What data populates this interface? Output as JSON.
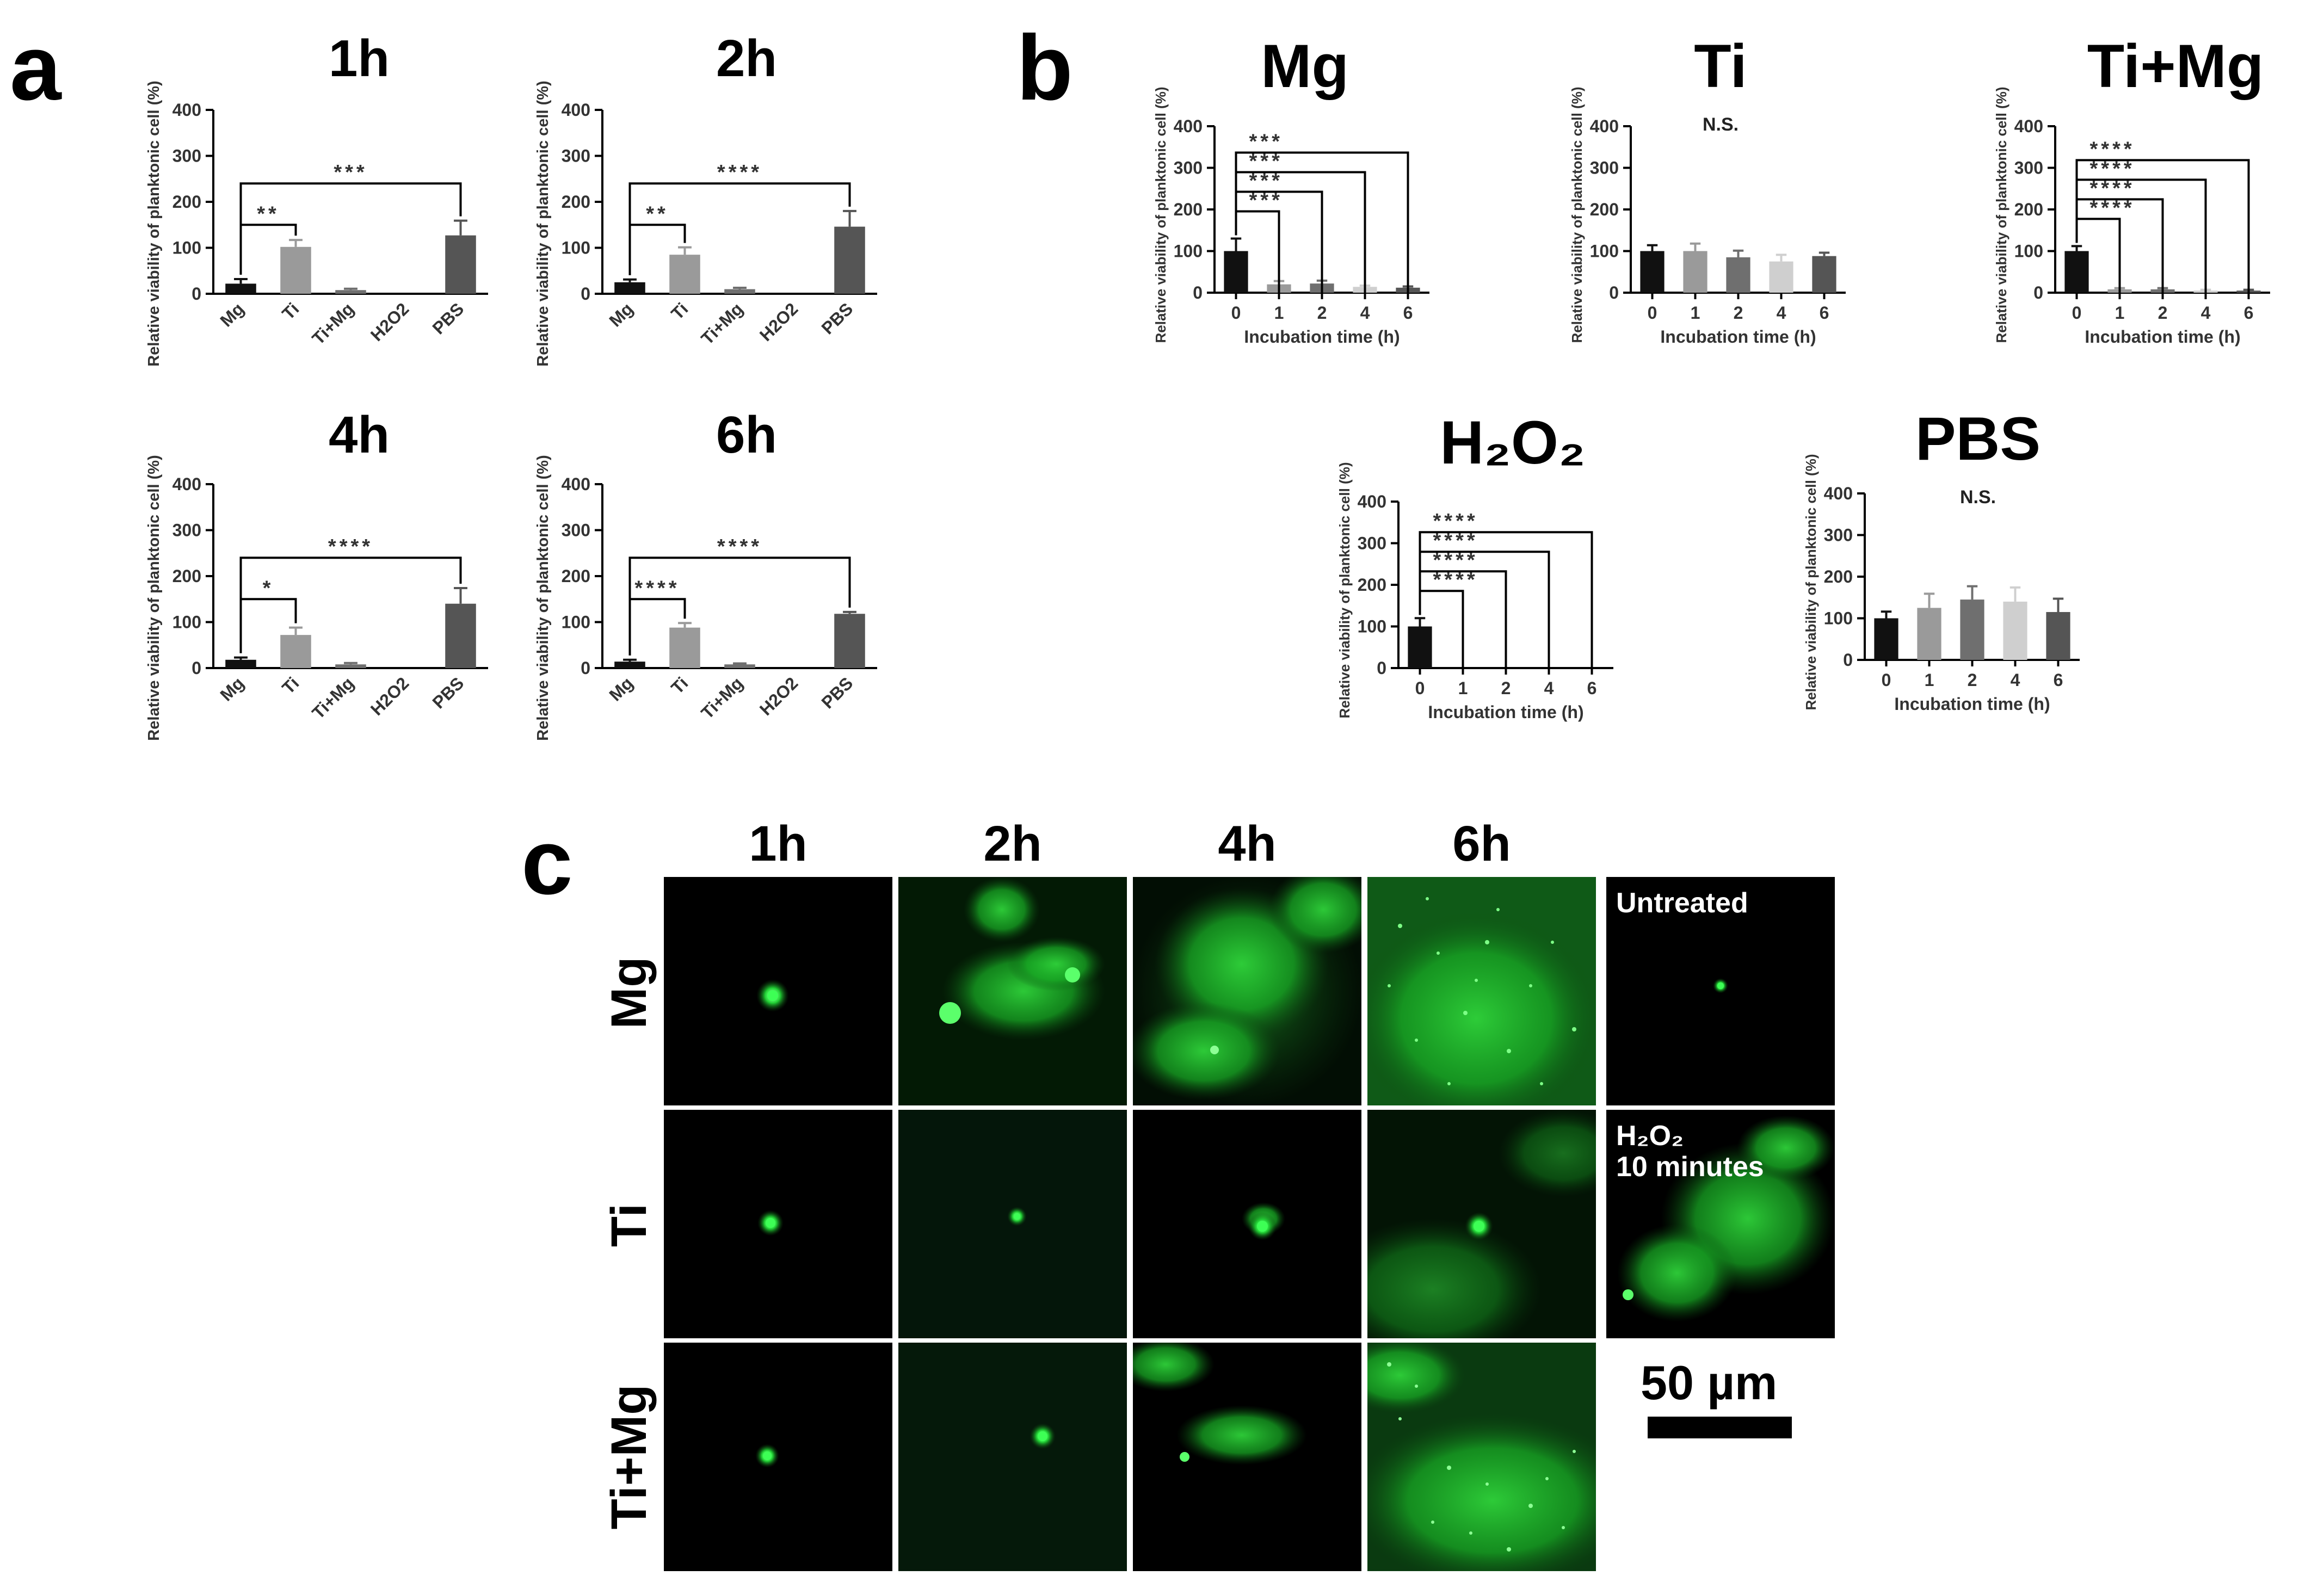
{
  "panels": {
    "a": "a",
    "b": "b",
    "c": "c"
  },
  "chart_data": [
    {
      "id": "a1",
      "type": "bar",
      "title": "1h",
      "ylabel": "Relative viability of planktonic cell (%)",
      "xlabel": "",
      "categories": [
        "Mg",
        "Ti",
        "Ti+Mg",
        "H2O2",
        "PBS"
      ],
      "values": [
        22,
        102,
        8,
        0,
        127
      ],
      "errors": [
        10,
        15,
        3,
        0,
        32
      ],
      "colors": [
        "#111111",
        "#9a9a9a",
        "#6f6f6f",
        "#cfcfcf",
        "#555555"
      ],
      "ylim": [
        0,
        400
      ],
      "yticks": [
        0,
        100,
        200,
        300,
        400
      ],
      "significance": [
        {
          "from": 0,
          "to": 1,
          "label": "**",
          "level": 1
        },
        {
          "from": 0,
          "to": 4,
          "label": "***",
          "level": 2
        }
      ]
    },
    {
      "id": "a2",
      "type": "bar",
      "title": "2h",
      "ylabel": "Relative viability of planktonic cell (%)",
      "xlabel": "",
      "categories": [
        "Mg",
        "Ti",
        "Ti+Mg",
        "H2O2",
        "PBS"
      ],
      "values": [
        25,
        85,
        10,
        0,
        146
      ],
      "errors": [
        6,
        16,
        3,
        0,
        34
      ],
      "colors": [
        "#111111",
        "#9a9a9a",
        "#6f6f6f",
        "#cfcfcf",
        "#555555"
      ],
      "ylim": [
        0,
        400
      ],
      "yticks": [
        0,
        100,
        200,
        300,
        400
      ],
      "significance": [
        {
          "from": 0,
          "to": 1,
          "label": "**",
          "level": 1
        },
        {
          "from": 0,
          "to": 4,
          "label": "****",
          "level": 2
        }
      ]
    },
    {
      "id": "a3",
      "type": "bar",
      "title": "4h",
      "ylabel": "Relative viability of planktonic cell (%)",
      "xlabel": "",
      "categories": [
        "Mg",
        "Ti",
        "Ti+Mg",
        "H2O2",
        "PBS"
      ],
      "values": [
        18,
        72,
        8,
        0,
        140
      ],
      "errors": [
        5,
        16,
        3,
        0,
        34
      ],
      "colors": [
        "#111111",
        "#9a9a9a",
        "#6f6f6f",
        "#cfcfcf",
        "#555555"
      ],
      "ylim": [
        0,
        400
      ],
      "yticks": [
        0,
        100,
        200,
        300,
        400
      ],
      "significance": [
        {
          "from": 0,
          "to": 1,
          "label": "*",
          "level": 1
        },
        {
          "from": 0,
          "to": 4,
          "label": "****",
          "level": 2
        }
      ]
    },
    {
      "id": "a4",
      "type": "bar",
      "title": "6h",
      "ylabel": "Relative viability of planktonic cell (%)",
      "xlabel": "",
      "categories": [
        "Mg",
        "Ti",
        "Ti+Mg",
        "H2O2",
        "PBS"
      ],
      "values": [
        14,
        88,
        8,
        0,
        118
      ],
      "errors": [
        4,
        10,
        2,
        0,
        4
      ],
      "colors": [
        "#111111",
        "#9a9a9a",
        "#6f6f6f",
        "#cfcfcf",
        "#555555"
      ],
      "ylim": [
        0,
        400
      ],
      "yticks": [
        0,
        100,
        200,
        300,
        400
      ],
      "significance": [
        {
          "from": 0,
          "to": 1,
          "label": "****",
          "level": 1
        },
        {
          "from": 0,
          "to": 4,
          "label": "****",
          "level": 2
        }
      ]
    },
    {
      "id": "b1",
      "type": "bar",
      "title": "Mg",
      "note": "",
      "ylabel": "Relative viability of planktonic cell (%)",
      "xlabel": "Incubation time (h)",
      "categories": [
        "0",
        "1",
        "2",
        "4",
        "6"
      ],
      "values": [
        100,
        20,
        22,
        14,
        12
      ],
      "errors": [
        30,
        8,
        7,
        3,
        3
      ],
      "colors": [
        "#111111",
        "#9a9a9a",
        "#6f6f6f",
        "#cfcfcf",
        "#555555"
      ],
      "ylim": [
        0,
        400
      ],
      "yticks": [
        0,
        100,
        200,
        300,
        400
      ],
      "significance": [
        {
          "from": 0,
          "to": 1,
          "label": "***",
          "level": 1
        },
        {
          "from": 0,
          "to": 2,
          "label": "***",
          "level": 2
        },
        {
          "from": 0,
          "to": 3,
          "label": "***",
          "level": 3
        },
        {
          "from": 0,
          "to": 4,
          "label": "***",
          "level": 4
        }
      ]
    },
    {
      "id": "b2",
      "type": "bar",
      "title": "Ti",
      "note": "N.S.",
      "ylabel": "Relative viability of planktonic cell (%)",
      "xlabel": "Incubation time (h)",
      "categories": [
        "0",
        "1",
        "2",
        "4",
        "6"
      ],
      "values": [
        100,
        100,
        85,
        75,
        88
      ],
      "errors": [
        14,
        18,
        16,
        16,
        8
      ],
      "colors": [
        "#111111",
        "#9a9a9a",
        "#6f6f6f",
        "#cfcfcf",
        "#555555"
      ],
      "ylim": [
        0,
        400
      ],
      "yticks": [
        0,
        100,
        200,
        300,
        400
      ],
      "significance": []
    },
    {
      "id": "b3",
      "type": "bar",
      "title": "Ti+Mg",
      "note": "",
      "ylabel": "Relative viability of planktonic cell (%)",
      "xlabel": "Incubation time (h)",
      "categories": [
        "0",
        "1",
        "2",
        "4",
        "6"
      ],
      "values": [
        100,
        8,
        8,
        5,
        5
      ],
      "errors": [
        12,
        3,
        3,
        2,
        2
      ],
      "colors": [
        "#111111",
        "#9a9a9a",
        "#6f6f6f",
        "#cfcfcf",
        "#555555"
      ],
      "ylim": [
        0,
        400
      ],
      "yticks": [
        0,
        100,
        200,
        300,
        400
      ],
      "significance": [
        {
          "from": 0,
          "to": 1,
          "label": "****",
          "level": 1
        },
        {
          "from": 0,
          "to": 2,
          "label": "****",
          "level": 2
        },
        {
          "from": 0,
          "to": 3,
          "label": "****",
          "level": 3
        },
        {
          "from": 0,
          "to": 4,
          "label": "****",
          "level": 4
        }
      ]
    },
    {
      "id": "b4",
      "type": "bar",
      "title": "H₂O₂",
      "note": "",
      "ylabel": "Relative viability of planktonic cell (%)",
      "xlabel": "Incubation time (h)",
      "categories": [
        "0",
        "1",
        "2",
        "4",
        "6"
      ],
      "values": [
        100,
        0,
        0,
        0,
        0
      ],
      "errors": [
        20,
        0,
        0,
        0,
        0
      ],
      "colors": [
        "#111111",
        "#9a9a9a",
        "#6f6f6f",
        "#cfcfcf",
        "#555555"
      ],
      "ylim": [
        0,
        400
      ],
      "yticks": [
        0,
        100,
        200,
        300,
        400
      ],
      "significance": [
        {
          "from": 0,
          "to": 1,
          "label": "****",
          "level": 1
        },
        {
          "from": 0,
          "to": 2,
          "label": "****",
          "level": 2
        },
        {
          "from": 0,
          "to": 3,
          "label": "****",
          "level": 3
        },
        {
          "from": 0,
          "to": 4,
          "label": "****",
          "level": 4
        }
      ]
    },
    {
      "id": "b5",
      "type": "bar",
      "title": "PBS",
      "note": "N.S.",
      "ylabel": "Relative viability of planktonic cell (%)",
      "xlabel": "Incubation time (h)",
      "categories": [
        "0",
        "1",
        "2",
        "4",
        "6"
      ],
      "values": [
        100,
        125,
        145,
        140,
        115
      ],
      "errors": [
        16,
        34,
        32,
        34,
        32
      ],
      "colors": [
        "#111111",
        "#9a9a9a",
        "#6f6f6f",
        "#cfcfcf",
        "#555555"
      ],
      "ylim": [
        0,
        400
      ],
      "yticks": [
        0,
        100,
        200,
        300,
        400
      ],
      "significance": []
    }
  ],
  "microscopy": {
    "columns": [
      "1h",
      "2h",
      "4h",
      "6h"
    ],
    "rows": [
      "Mg",
      "Ti",
      "Ti+Mg"
    ],
    "controls": {
      "untreated": "Untreated",
      "h2o2_formula": "H₂O₂",
      "h2o2_duration": "10 minutes"
    },
    "scale_bar": "50 µm",
    "fluorescence_color": "#22d636"
  }
}
